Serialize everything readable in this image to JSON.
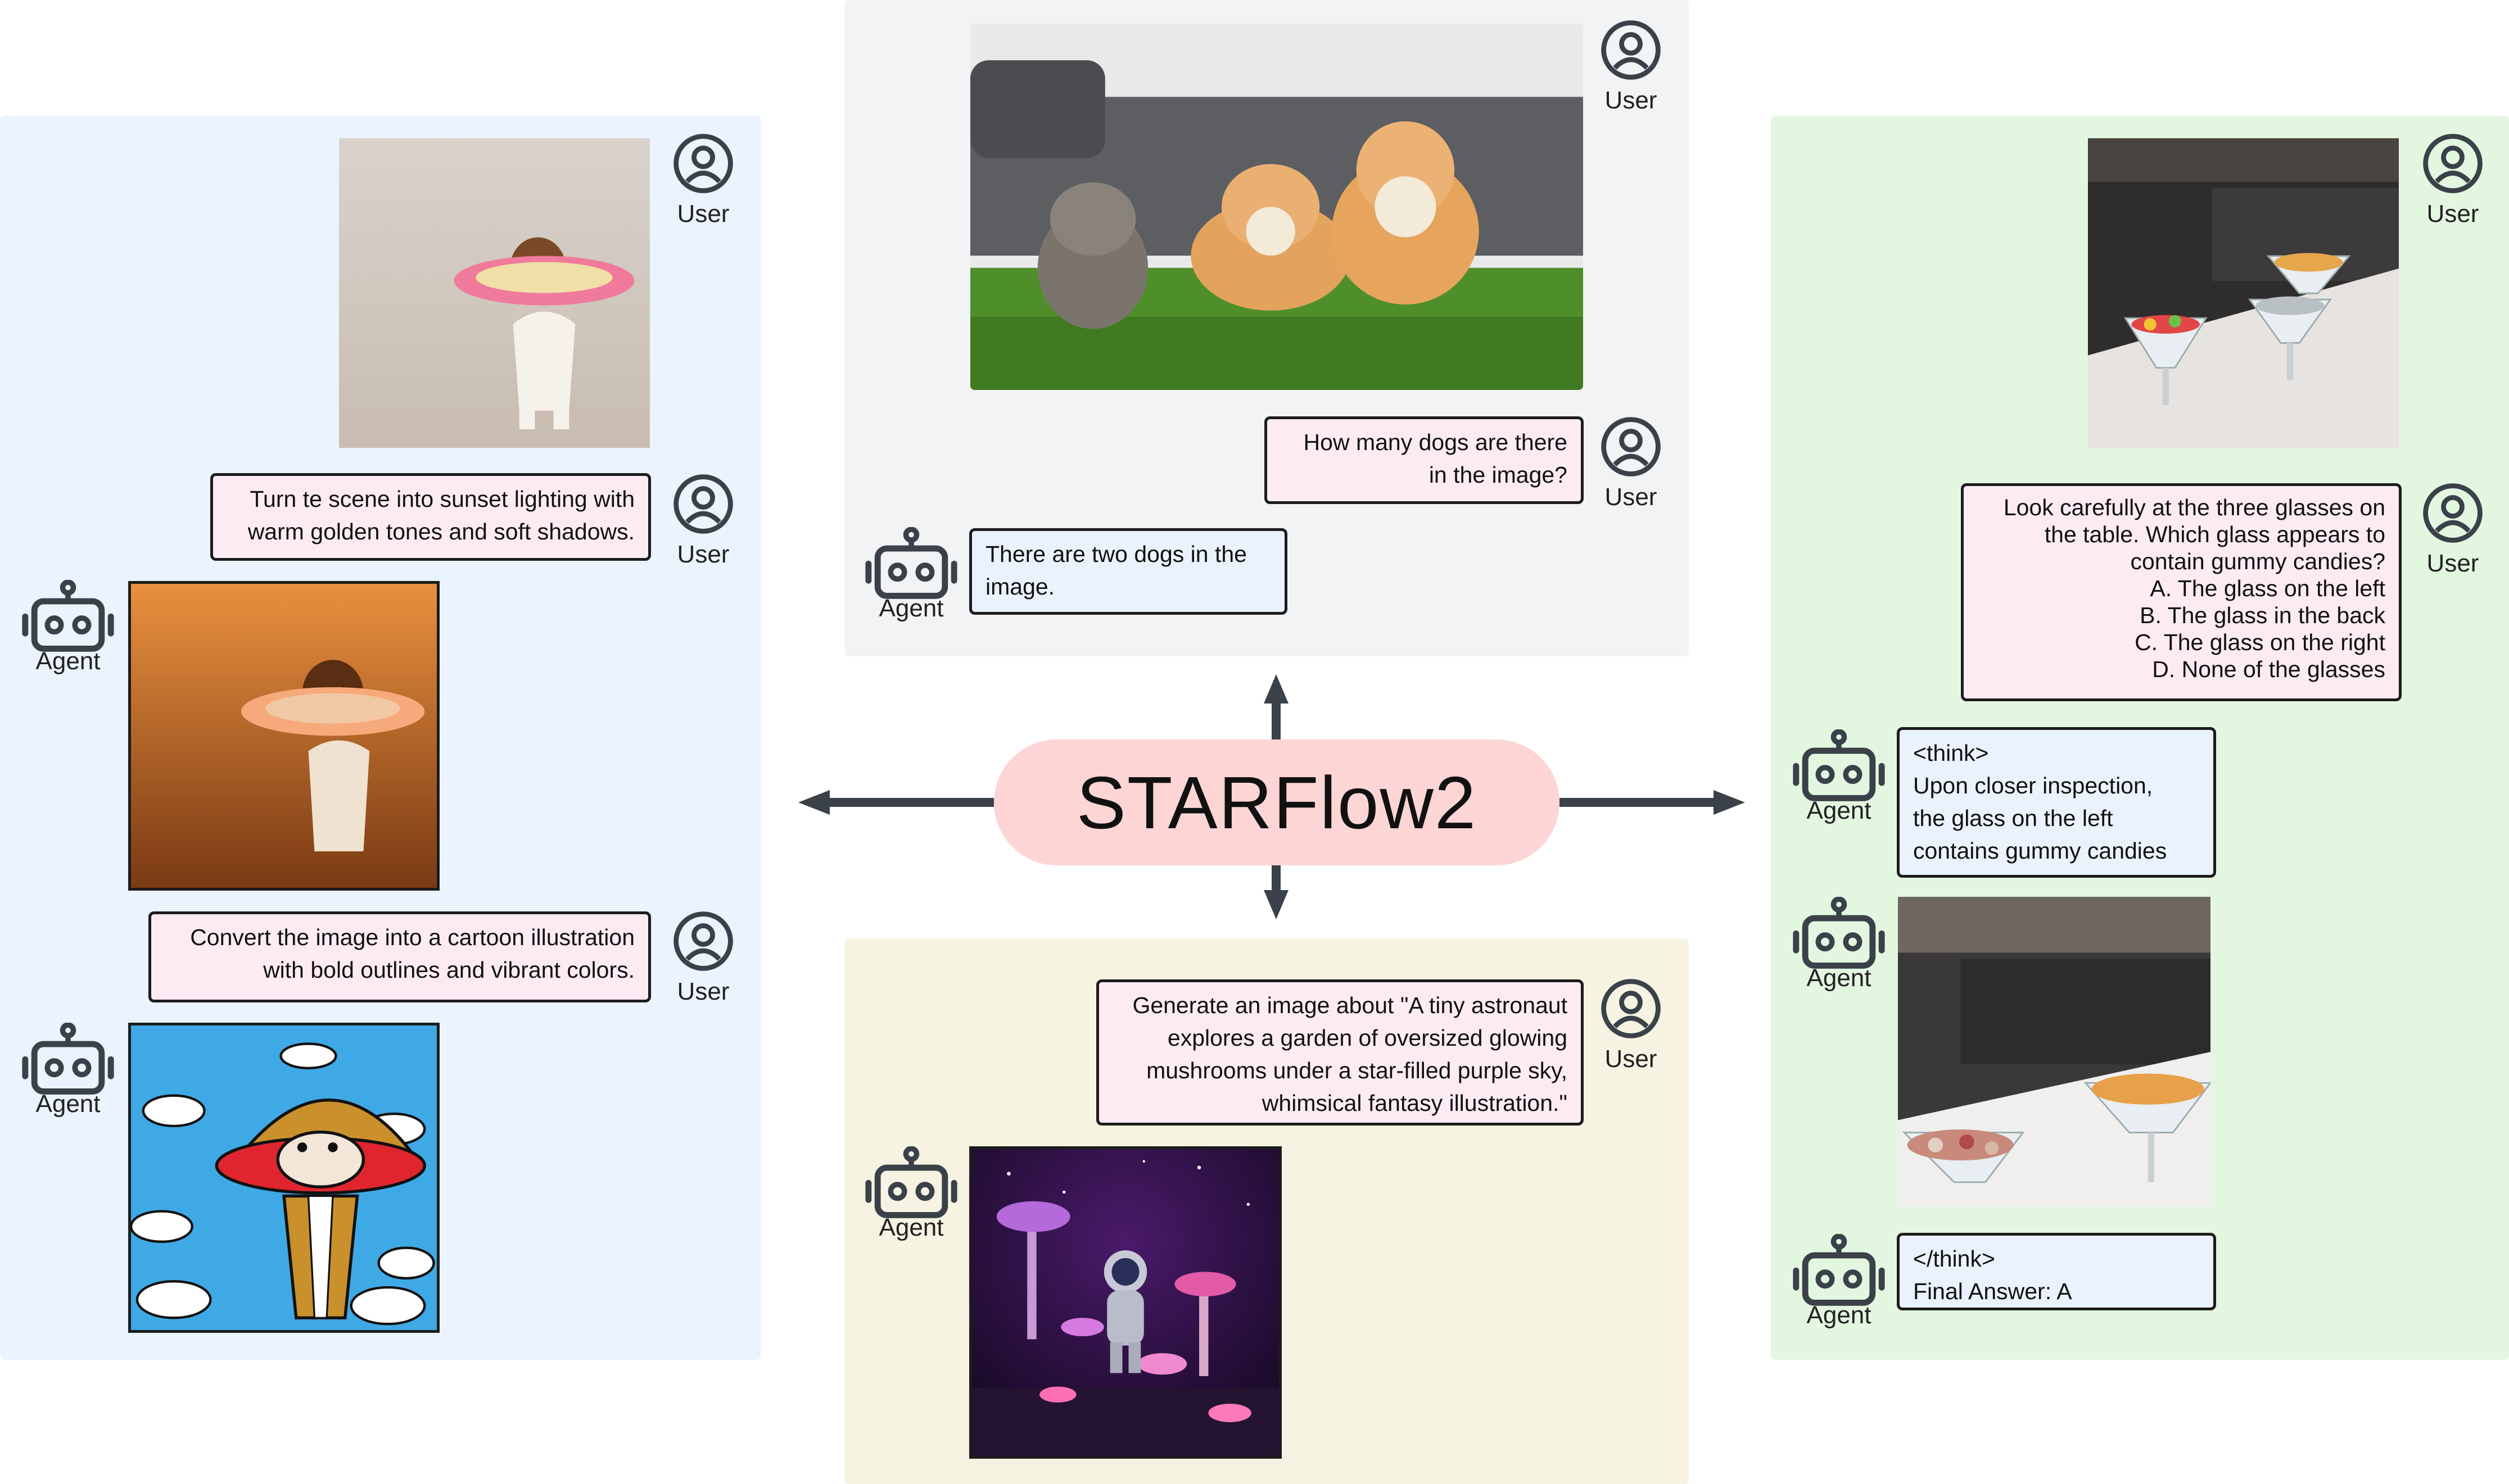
{
  "center_label": "STARFlow2",
  "labels": {
    "user": "User",
    "agent": "Agent"
  },
  "colors": {
    "left_panel": "#eaf3fe",
    "top_panel": "#f2f3f5",
    "right_panel": "#e3f7e0",
    "bottom_panel": "#f6f3e2",
    "center_pill": "#fdd5d5",
    "user_bubble": "#fdebf4",
    "agent_bubble": "#eaf2fd",
    "arrow": "#3b4148"
  },
  "left_panel": {
    "instruction_1": "Turn te scene into sunset lighting with\nwarm golden tones and soft shadows.",
    "instruction_2": "Convert the image into a cartoon illustration\nwith bold outlines and vibrant colors."
  },
  "top_panel": {
    "question": "How many dogs are there\nin the image?",
    "answer": "There are two dogs in the\nimage."
  },
  "bottom_panel": {
    "prompt": "Generate an image about \"A tiny astronaut\nexplores a garden of oversized glowing\nmushrooms under a star-filled purple sky,\nwhimsical fantasy illustration.\""
  },
  "right_panel": {
    "question": "Look carefully at the three glasses on\nthe table. Which glass appears to\ncontain gummy candies?\nA. The glass on the left\nB. The glass in the back\nC. The glass on the right\nD. None of the glasses",
    "think_open": "<think>\nUpon closer inspection,\nthe glass on the left\ncontains gummy candies",
    "think_close": "</think>\nFinal Answer: A"
  },
  "icons": [
    "user-icon",
    "robot-icon",
    "arrow-up-icon",
    "arrow-down-icon",
    "arrow-left-icon",
    "arrow-right-icon"
  ]
}
